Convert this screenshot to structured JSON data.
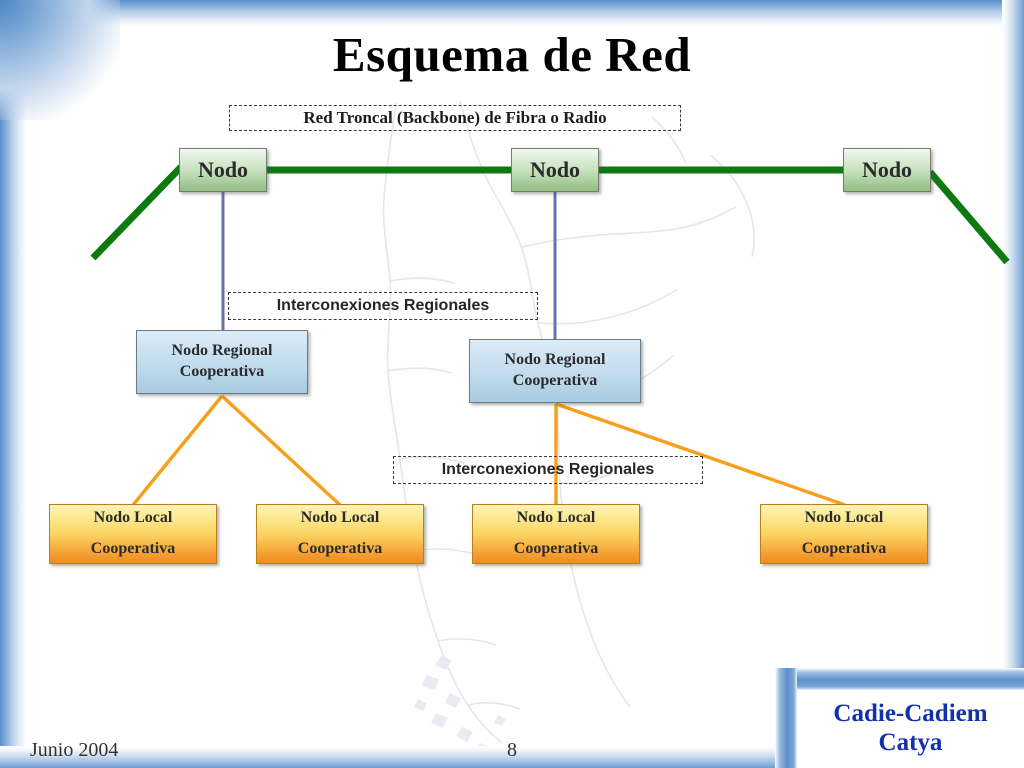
{
  "slide": {
    "title": "Esquema de Red",
    "footer_date": "Junio 2004",
    "page_number": "8",
    "logo_line1": "Cadie-Cadiem",
    "logo_line2": "Catya"
  },
  "labels": {
    "backbone": "Red Troncal (Backbone) de Fibra o Radio",
    "regional_upper": "Interconexiones Regionales",
    "regional_lower": "Interconexiones Regionales"
  },
  "backbone_nodes": [
    {
      "label": "Nodo"
    },
    {
      "label": "Nodo"
    },
    {
      "label": "Nodo"
    }
  ],
  "regional_nodes": [
    {
      "line1": "Nodo Regional",
      "line2": "Cooperativa"
    },
    {
      "line1": "Nodo Regional",
      "line2": "Cooperativa"
    }
  ],
  "local_nodes": [
    {
      "line1": "Nodo Local",
      "line2": "Cooperativa"
    },
    {
      "line1": "Nodo Local",
      "line2": "Cooperativa"
    },
    {
      "line1": "Nodo Local",
      "line2": "Cooperativa"
    },
    {
      "line1": "Nodo Local",
      "line2": "Cooperativa"
    }
  ],
  "colors": {
    "backbone_line": "#0d7a10",
    "regional_link": "#6b6fa8",
    "local_link": "#f79f1b",
    "node_green": "#c3dfb9",
    "node_blue": "#bed9ec",
    "node_orange": "#f5a236",
    "logo_blue": "#1231ad",
    "frame_blue": "#5b8fc9"
  }
}
